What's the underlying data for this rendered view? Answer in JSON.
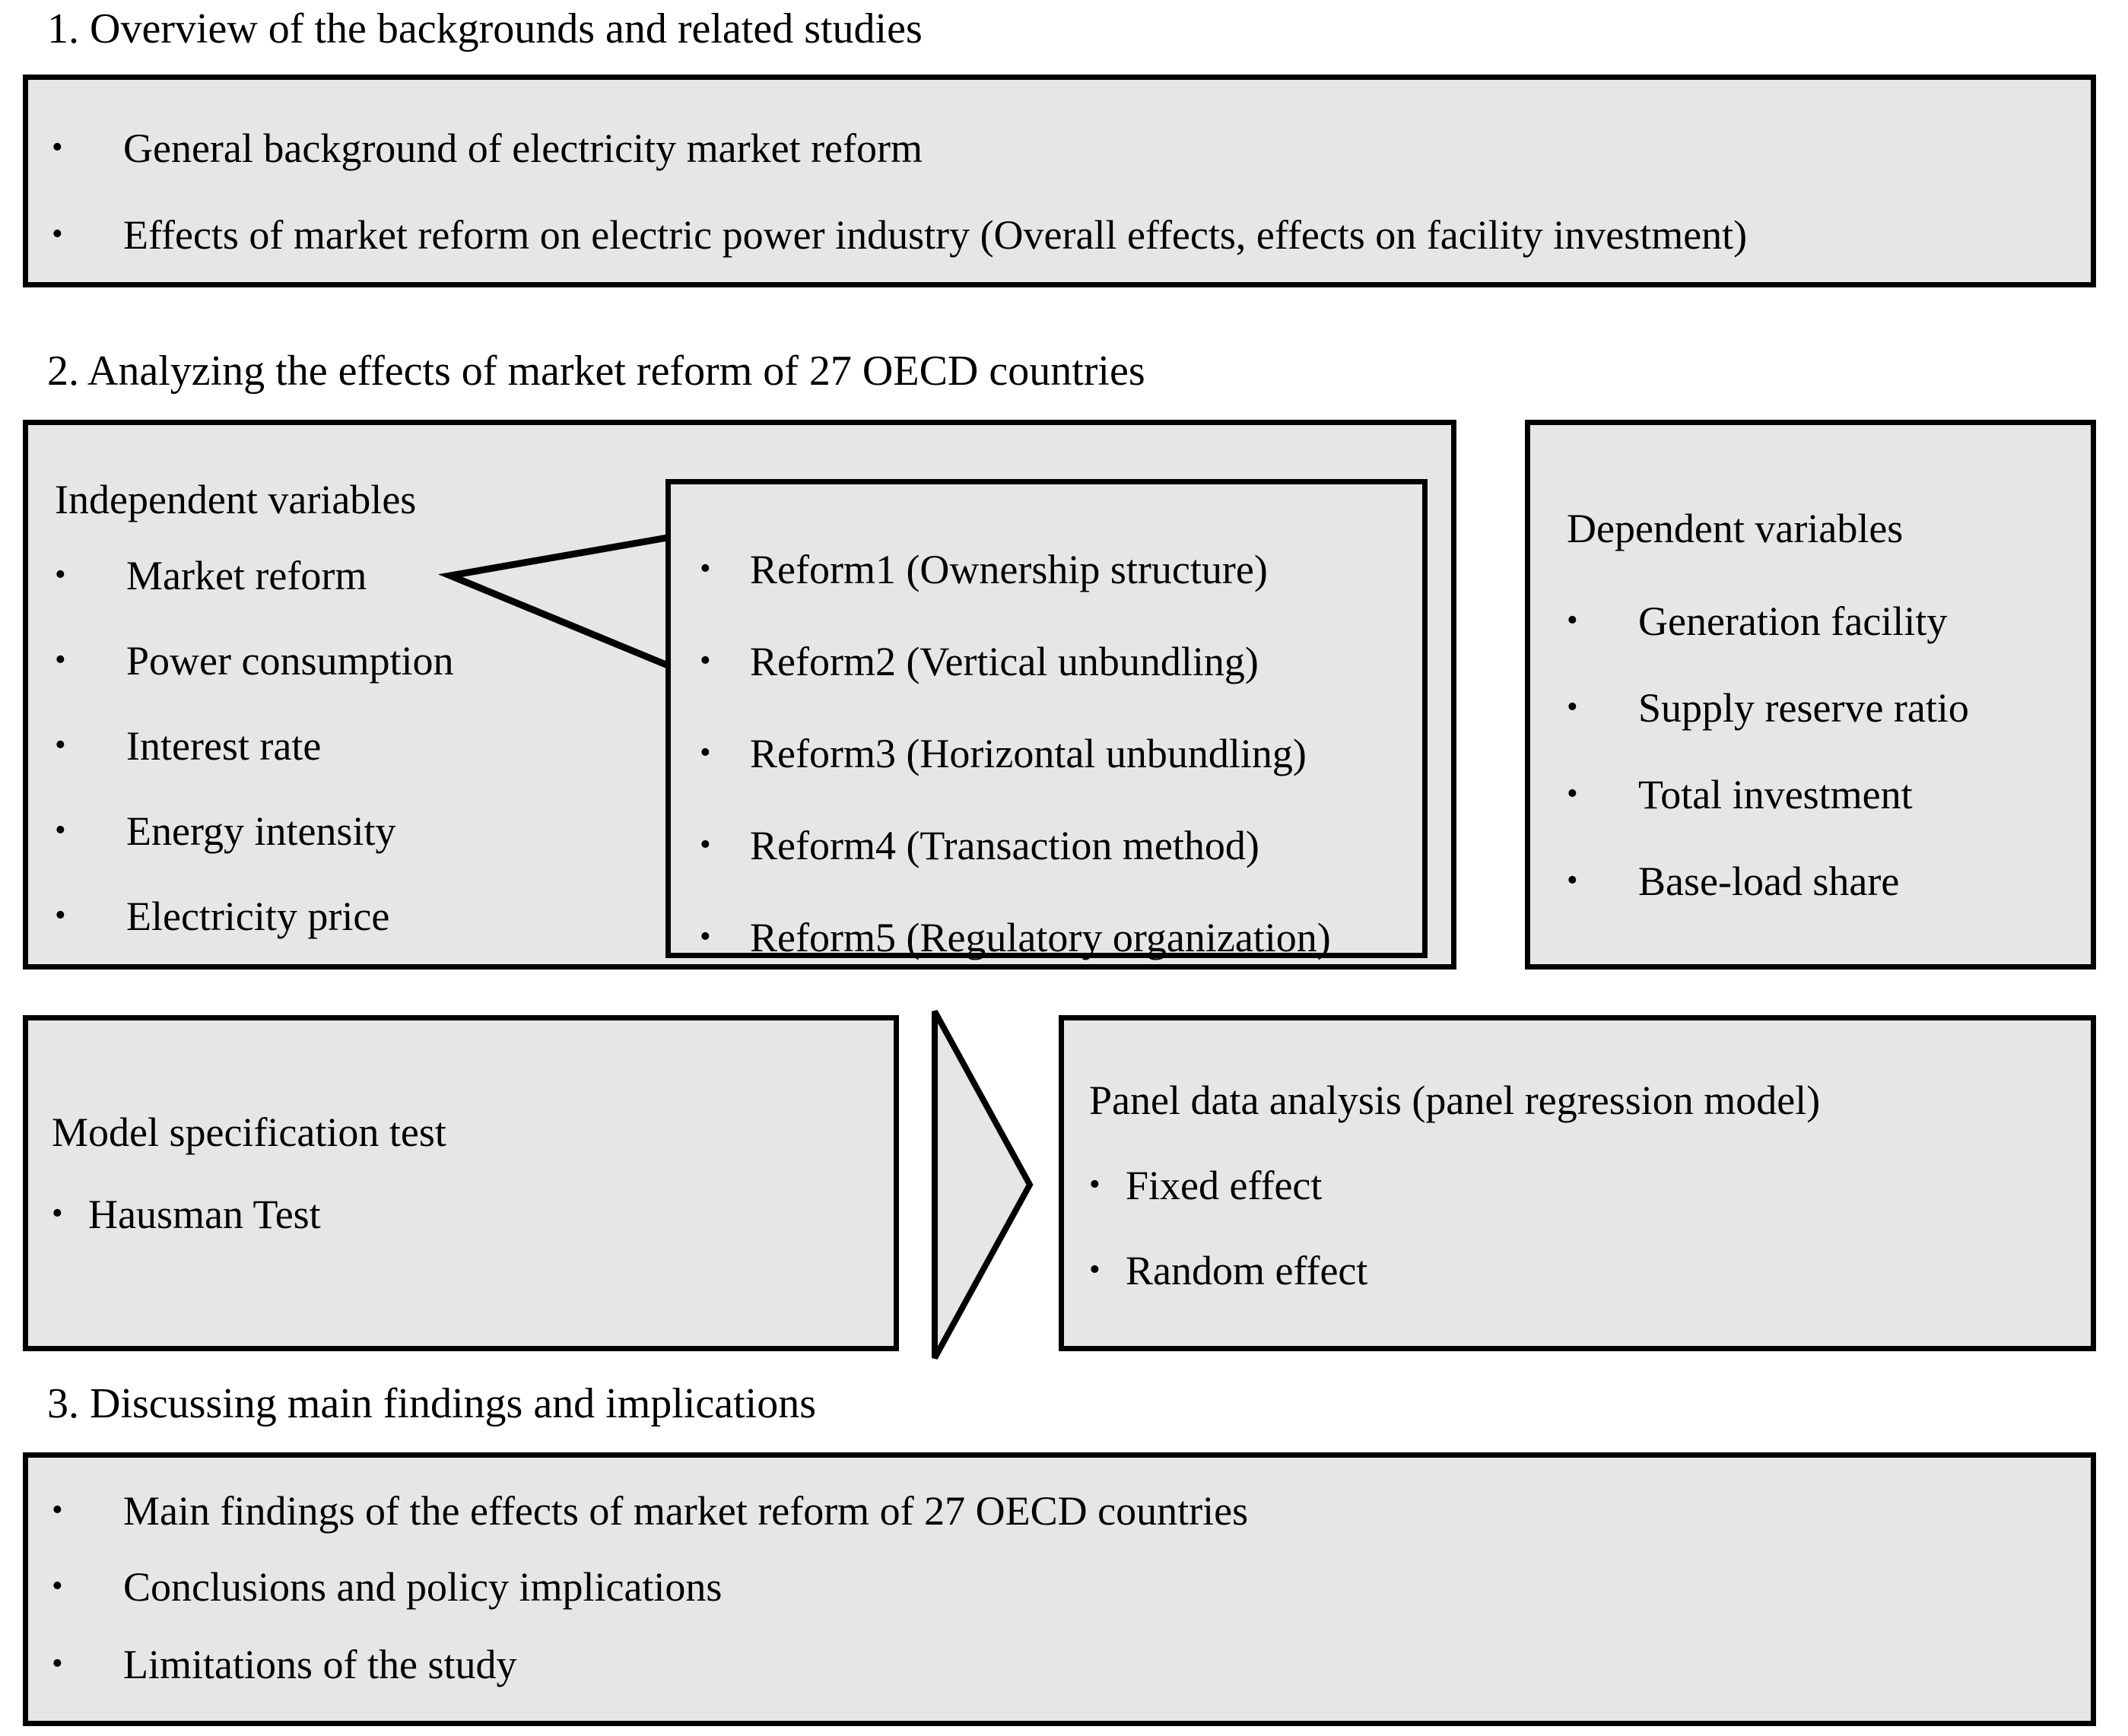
{
  "figure": {
    "type": "flowchart",
    "bullet_glyph": "•",
    "fill_color": "#e6e6e6",
    "border_color": "#000000",
    "background_color": "#ffffff"
  },
  "sections": [
    {
      "id": "section-1",
      "title": "1. Overview of the backgrounds and related studies",
      "items": [
        "General background of electricity market reform",
        "Effects of market reform on electric power industry (Overall effects, effects on facility investment)"
      ]
    },
    {
      "id": "section-2",
      "title": "2. Analyzing the effects of market reform of 27 OECD countries",
      "independent": {
        "heading": "Independent variables",
        "items": [
          "Market reform",
          "Power consumption",
          "Interest rate",
          "Energy intensity",
          "Electricity price"
        ]
      },
      "reforms": {
        "items": [
          "Reform1 (Ownership structure)",
          "Reform2 (Vertical unbundling)",
          "Reform3 (Horizontal unbundling)",
          "Reform4 (Transaction method)",
          "Reform5 (Regulatory organization)"
        ]
      },
      "dependent": {
        "heading": "Dependent variables",
        "items": [
          "Generation facility",
          "Supply reserve ratio",
          "Total investment",
          "Base-load share"
        ]
      },
      "model_test": {
        "heading": "Model specification test",
        "items": [
          "Hausman Test"
        ]
      },
      "panel_analysis": {
        "heading": "Panel data analysis (panel regression model)",
        "items": [
          "Fixed effect",
          "Random effect"
        ]
      }
    },
    {
      "id": "section-3",
      "title": "3. Discussing main findings and implications",
      "items": [
        "Main findings of the effects of market reform of 27 OECD countries",
        "Conclusions and policy implications",
        "Limitations of the study"
      ]
    }
  ]
}
